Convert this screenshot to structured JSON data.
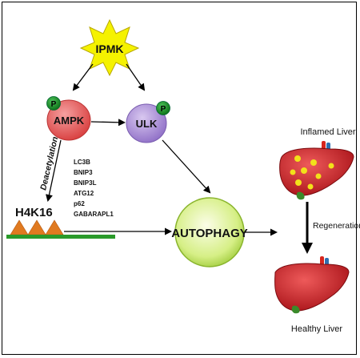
{
  "nodes": {
    "ipmk": "IPMK",
    "ampk": "AMPK",
    "ulk": "ULK",
    "phospho": "P",
    "autophagy": "AUTOPHAGY",
    "h4k16": "H4K16"
  },
  "edge_labels": {
    "deacetylation": "Deacetylation",
    "regeneration": "Regeneration"
  },
  "genes": [
    "LC3B",
    "BNIP3",
    "BNIP3L",
    "ATG12",
    "p62",
    "GABARAPL1"
  ],
  "liver_labels": {
    "inflamed": "Inflamed Liver",
    "healthy": "Healthy Liver"
  },
  "colors": {
    "ipmk_star": "#f5f200",
    "ampk": "#e0504f",
    "ulk": "#9d7fd0",
    "phospho": "#0f8a1a",
    "autophagy": "#c7e86a",
    "nucleosome": "#e07a20",
    "dna": "#2a9a2a",
    "liver": "#c0141a",
    "lesion": "#f2e11a",
    "vessel_red": "#d8261e",
    "vessel_blue": "#2f6fb0"
  }
}
